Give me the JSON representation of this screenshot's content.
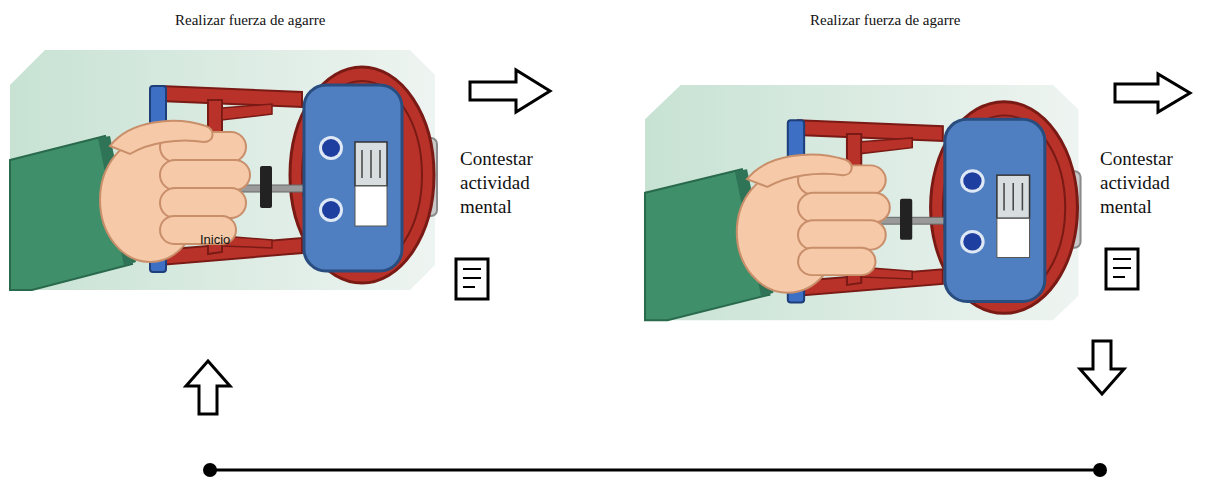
{
  "diagram": {
    "labels": [
      "Realizar fuerza de agarre",
      "Contestar actividad mental",
      "Inicio",
      "Realizar fuerza de agarre",
      "Contestar actividad mental"
    ]
  }
}
